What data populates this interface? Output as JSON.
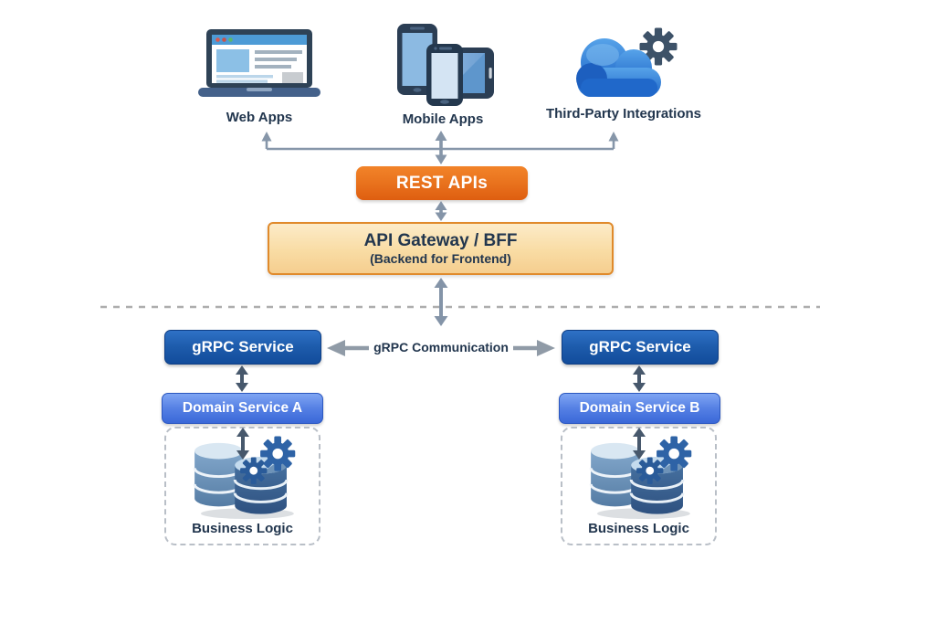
{
  "diagram_type": "microservices-architecture",
  "clients": [
    {
      "label": "Web Apps",
      "icon": "laptop-icon"
    },
    {
      "label": "Mobile Apps",
      "icon": "mobile-devices-icon"
    },
    {
      "label": "Third-Party Integrations",
      "icon": "cloud-gear-icon"
    }
  ],
  "rest_api": {
    "label": "REST APIs"
  },
  "gateway": {
    "title": "API Gateway / BFF",
    "subtitle": "(Backend for Frontend)"
  },
  "grpc": {
    "left": {
      "label": "gRPC Service"
    },
    "right": {
      "label": "gRPC Service"
    },
    "communication_label": "gRPC Communication"
  },
  "domains": {
    "left": {
      "label": "Domain Service A"
    },
    "right": {
      "label": "Domain Service B"
    }
  },
  "business_logic": {
    "left": {
      "label": "Business Logic",
      "icon": "database-gears-icon"
    },
    "right": {
      "label": "Business Logic",
      "icon": "database-gears-icon"
    }
  },
  "colors": {
    "rest_api_orange": "#E8701C",
    "gateway_fill": "#F9DCA4",
    "gateway_border": "#E08A2B",
    "grpc_blue": "#1D5BAB",
    "domain_blue": "#4A78DE",
    "text_navy": "#22364E",
    "arrow_slate": "#8494A8",
    "arrow_dark": "#47586C",
    "arrow_comm": "#909BA7",
    "divider_gray": "#ADADAD",
    "cloud_blue": "#2F7FD9",
    "device_navy": "#2B3E54"
  }
}
